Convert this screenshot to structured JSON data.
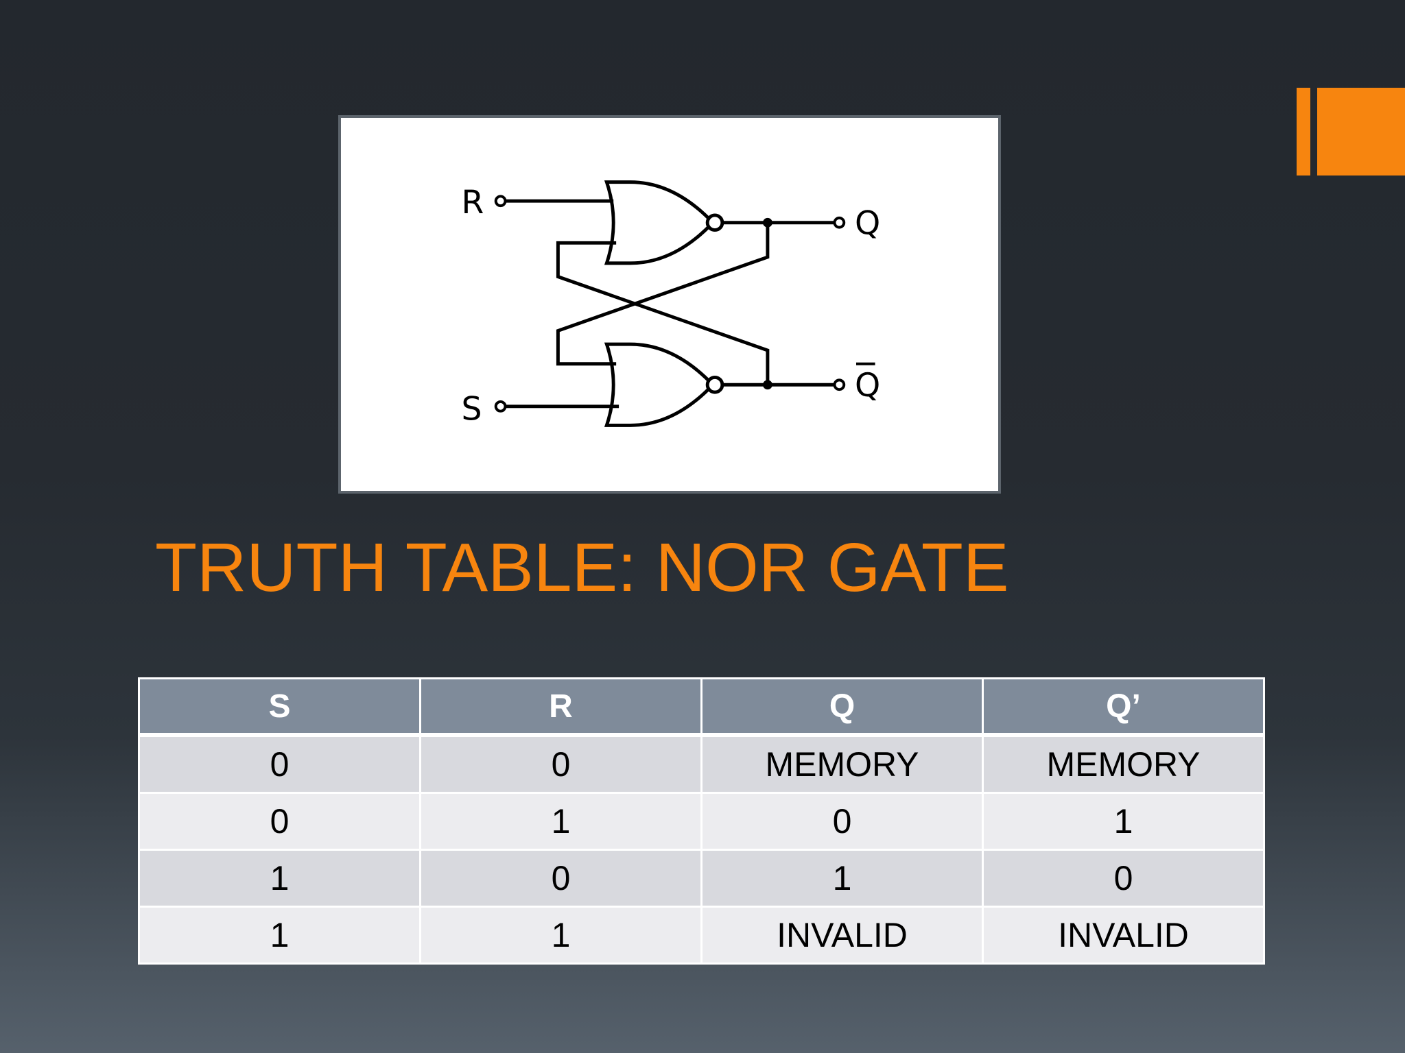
{
  "slide": {
    "title": "TRUTH TABLE: NOR GATE"
  },
  "colors": {
    "accent": "#f7850f",
    "header_fill": "#7f8b9a",
    "row_fill_odd": "#d8d9de",
    "row_fill_even": "#ececef"
  },
  "diagram": {
    "labels": {
      "r": "R",
      "s": "S",
      "q": "Q",
      "q_bar": "Q"
    }
  },
  "truth_table": {
    "headers": [
      "S",
      "R",
      "Q",
      "Q’"
    ],
    "rows": [
      [
        "0",
        "0",
        "MEMORY",
        "MEMORY"
      ],
      [
        "0",
        "1",
        "0",
        "1"
      ],
      [
        "1",
        "0",
        "1",
        "0"
      ],
      [
        "1",
        "1",
        "INVALID",
        "INVALID"
      ]
    ]
  }
}
